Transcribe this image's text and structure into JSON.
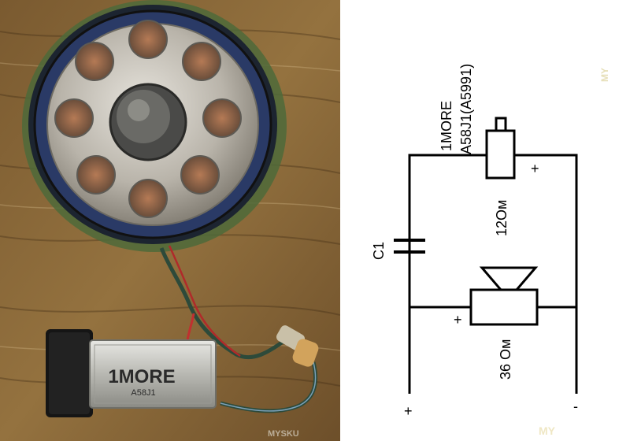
{
  "photo": {
    "speaker_label": "1MORE",
    "speaker_model": "A58J1",
    "watermark": "MYSKU"
  },
  "schematic": {
    "component_top_name": "1MORE",
    "component_top_model": "A58J1(A5991)",
    "component_top_value": "12Ом",
    "component_top_polarity": "+",
    "capacitor_label": "C1",
    "speaker_value": "36 Ом",
    "speaker_polarity": "+",
    "terminal_left": "+",
    "terminal_right": "-",
    "watermark_text": "MY"
  }
}
